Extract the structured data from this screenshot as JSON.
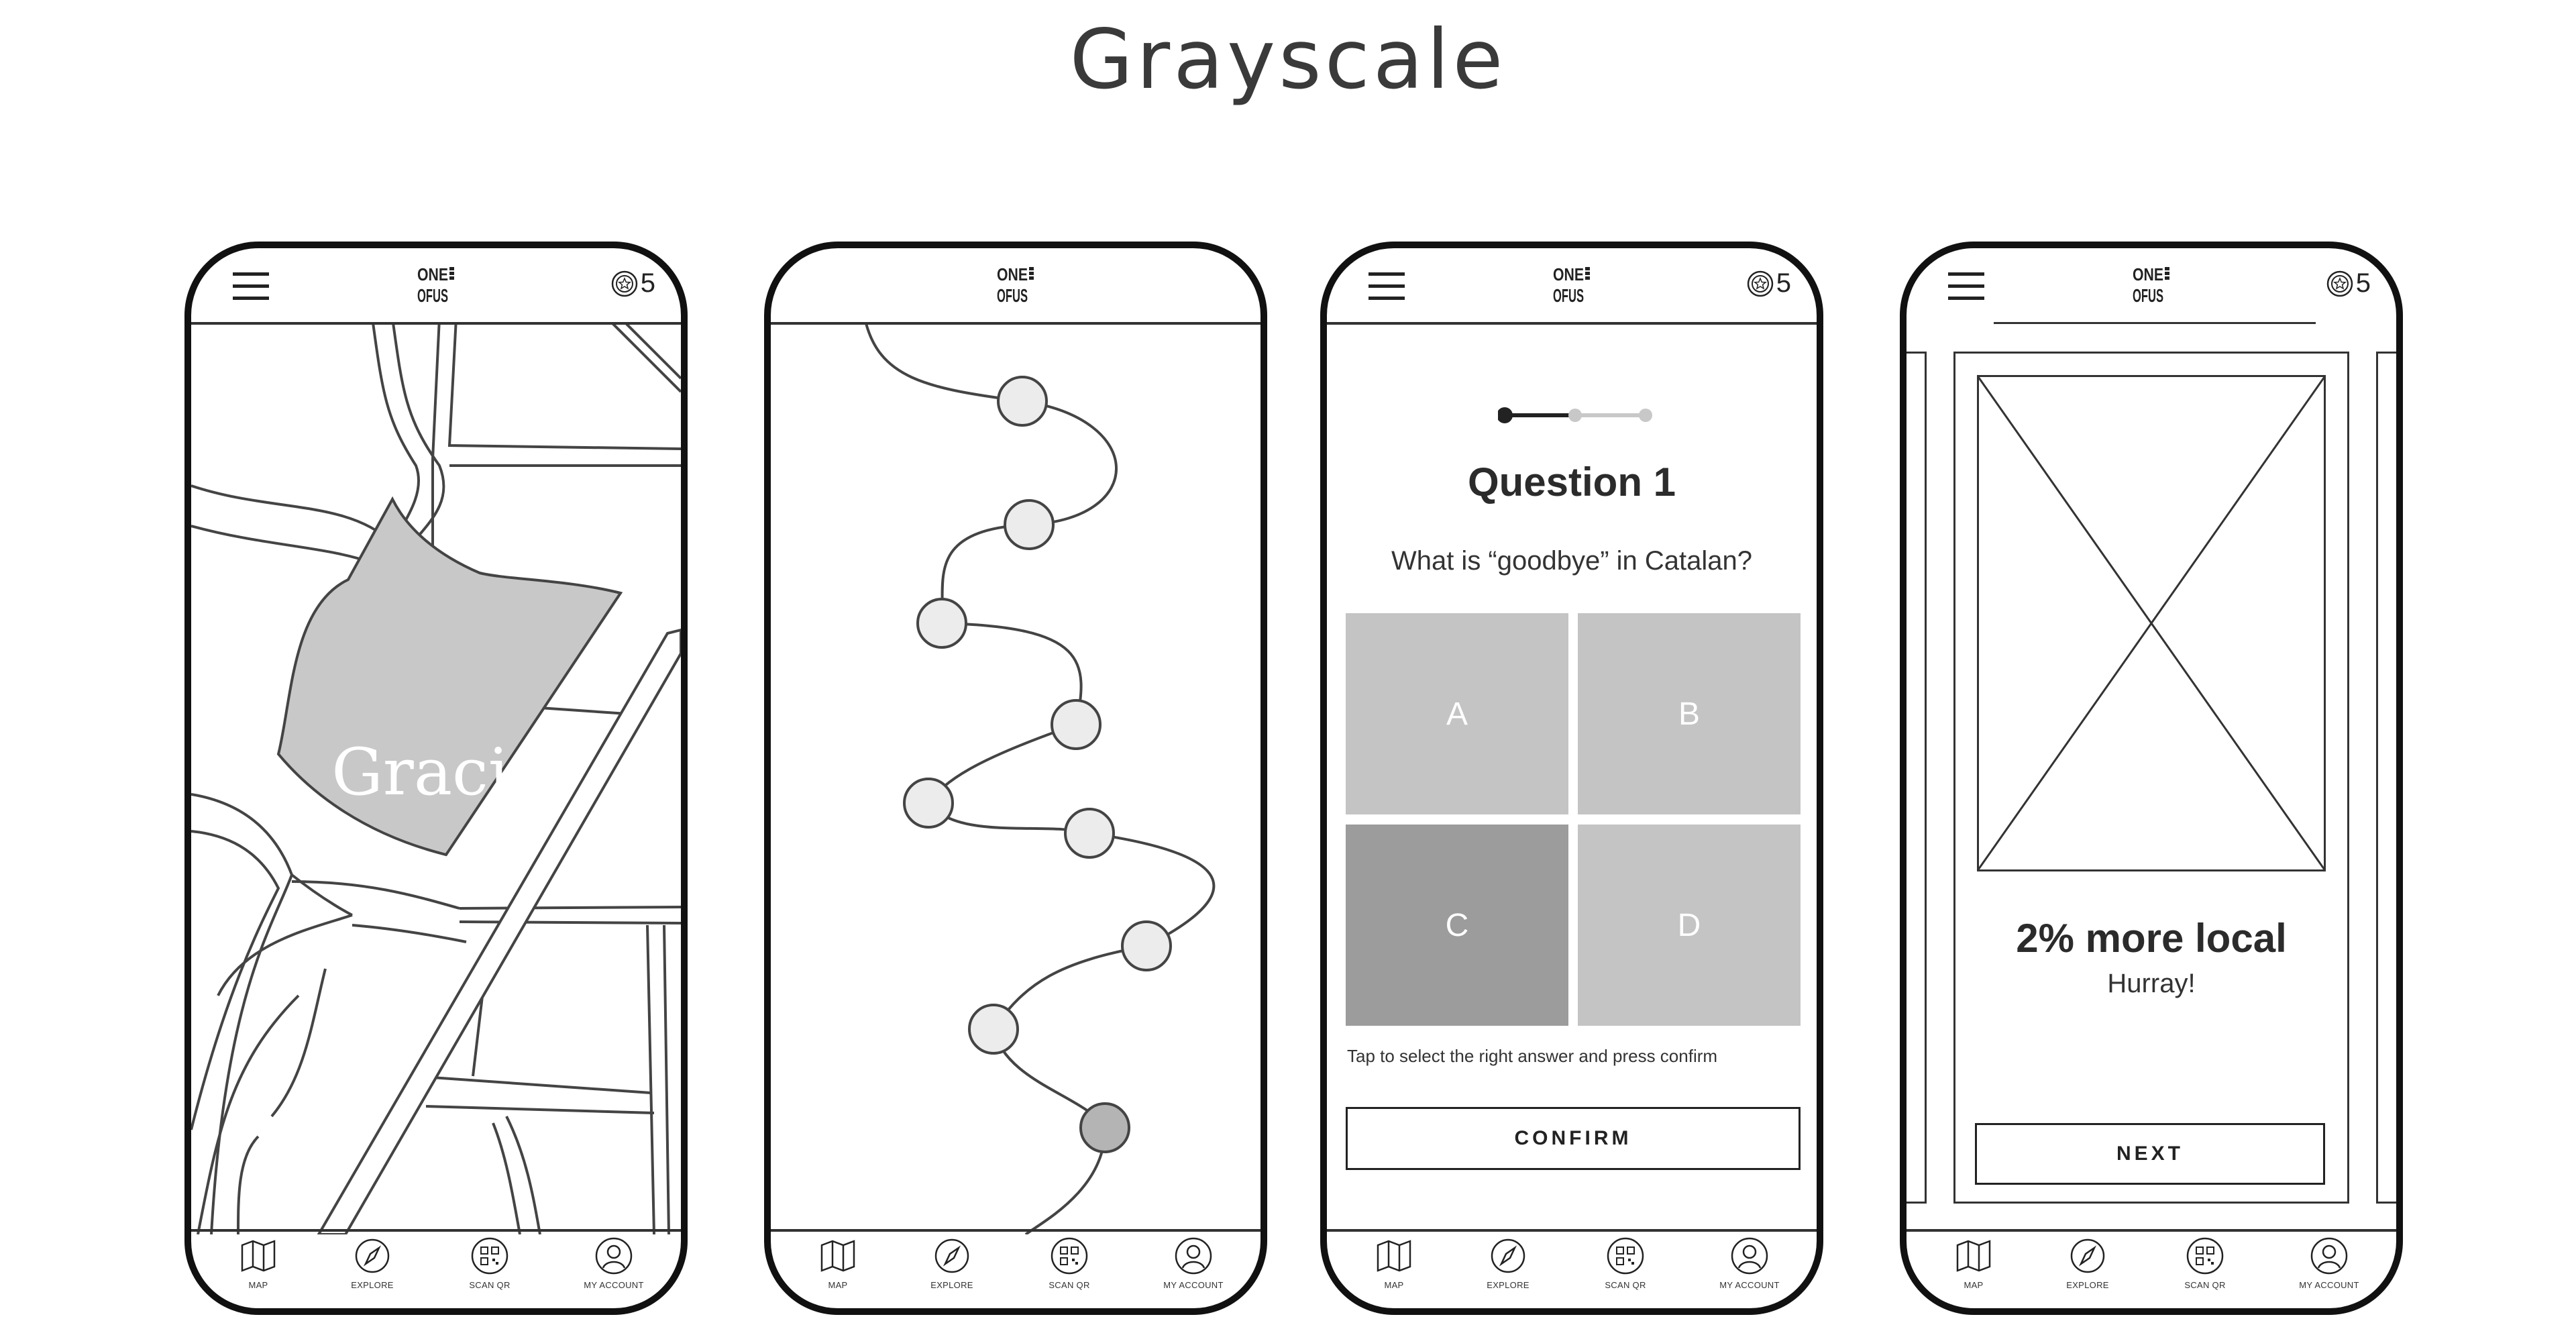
{
  "page": {
    "title": "Grayscale"
  },
  "header": {
    "coin_count": "5"
  },
  "tabs": [
    {
      "label": "MAP",
      "icon": "map-icon"
    },
    {
      "label": "EXPLORE",
      "icon": "compass-icon"
    },
    {
      "label": "SCAN QR",
      "icon": "qr-icon"
    },
    {
      "label": "MY ACCOUNT",
      "icon": "account-icon"
    }
  ],
  "map_screen": {
    "district_label": "Gracia",
    "district_color": "#c8c8c8"
  },
  "journey_screen": {
    "node_count": 9,
    "current_node": 9,
    "node_color": "#ececec",
    "current_node_color": "#b4b4b4"
  },
  "quiz_screen": {
    "progress": {
      "total_steps": 3,
      "current_step": 1
    },
    "title": "Question 1",
    "question": "What is “goodbye” in Catalan?",
    "answers": [
      {
        "label": "A",
        "selected": false
      },
      {
        "label": "B",
        "selected": false
      },
      {
        "label": "C",
        "selected": true
      },
      {
        "label": "D",
        "selected": false
      }
    ],
    "hint": "Tap to select the right answer and press confirm",
    "confirm_label": "CONFIRM",
    "colors": {
      "answer": "#c4c4c4",
      "answer_selected": "#9c9c9c"
    }
  },
  "result_screen": {
    "title": "2% more local",
    "subtitle": "Hurray!",
    "next_label": "NEXT"
  }
}
